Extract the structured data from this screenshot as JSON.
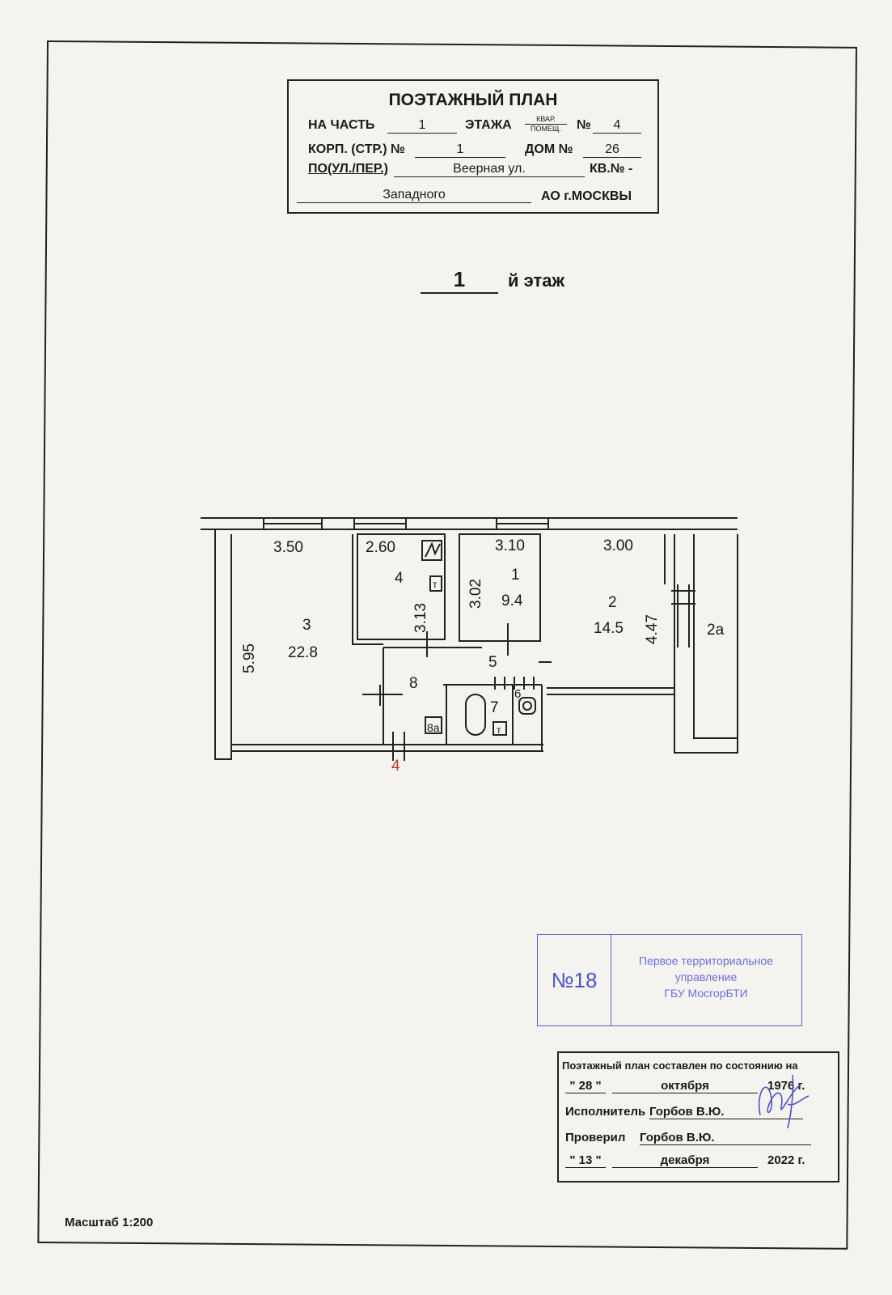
{
  "title_block": {
    "title": "ПОЭТАЖНЫЙ ПЛАН",
    "na_chast_label": "НА ЧАСТЬ",
    "na_chast_value": "1",
    "etazha_label": "ЭТАЖА",
    "frac_top": "КВАР.",
    "frac_bottom": "ПОМЕЩ.",
    "no_label": "№",
    "no_value": "4",
    "korp_label": "КОРП. (СТР.) №",
    "korp_value": "1",
    "dom_label": "ДОМ №",
    "dom_value": "26",
    "street_label": "ПО(УЛ./ПЕР.)",
    "street_value": "Веерная ул.",
    "kv_label": "КВ.№ -",
    "district_value": "Западного",
    "ao_label": "АО г.МОСКВЫ"
  },
  "floor": {
    "number": "1",
    "label": "й этаж"
  },
  "plan": {
    "dimensions": [
      "3.50",
      "2.60",
      "3.10",
      "3.00",
      "5.95",
      "3.13",
      "3.02",
      "4.47"
    ],
    "rooms": [
      {
        "no": "1",
        "area": "9.4"
      },
      {
        "no": "2",
        "area": "14.5"
      },
      {
        "no": "3",
        "area": "22.8"
      },
      {
        "no": "4"
      },
      {
        "no": "5"
      },
      {
        "no": "6"
      },
      {
        "no": "7"
      },
      {
        "no": "8"
      },
      {
        "no": "8а"
      },
      {
        "no": "2а"
      }
    ],
    "entrance_marker": "4",
    "fixture_label": "т"
  },
  "stamp": {
    "number": "№18",
    "org_line1": "Первое территориальное",
    "org_line2": "управление",
    "org_line3": "ГБУ МосгорБТИ"
  },
  "status_box": {
    "line1": "Поэтажный план составлен по состоянию на",
    "day1": "\" 28 \"",
    "month1": "октября",
    "year1": "1976 г.",
    "executor_label": "Исполнитель",
    "executor": "Горбов В.Ю.",
    "checker_label": "Проверил",
    "checker": "Горбов В.Ю.",
    "day2": "\" 13 \"",
    "month2": "декабря",
    "year2": "2022 г."
  },
  "scale": "Масштаб 1:200",
  "colors": {
    "ink": "#1a1a1a",
    "stamp_blue": "#4a55c8",
    "marker_red": "#c0392b"
  }
}
